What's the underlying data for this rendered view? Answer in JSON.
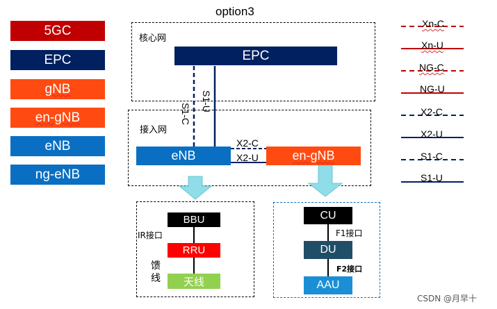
{
  "title": "option3",
  "legend": [
    {
      "label": "5GC",
      "color": "#c00000"
    },
    {
      "label": "EPC",
      "color": "#002060"
    },
    {
      "label": "gNB",
      "color": "#ff4b12"
    },
    {
      "label": "en-gNB",
      "color": "#ff4b12"
    },
    {
      "label": "eNB",
      "color": "#0a6fc2"
    },
    {
      "label": "ng-eNB",
      "color": "#0a6fc2"
    }
  ],
  "line_legend": [
    {
      "label": "Xn-C",
      "color": "#c00000",
      "style": "dashed"
    },
    {
      "label": "Xn-U",
      "color": "#c00000",
      "style": "solid"
    },
    {
      "label": "NG-C",
      "color": "#c00000",
      "style": "dashed"
    },
    {
      "label": "NG-U",
      "color": "#c00000",
      "style": "solid"
    },
    {
      "label": "X2-C",
      "color": "#002060",
      "style": "dashed"
    },
    {
      "label": "X2-U",
      "color": "#002060",
      "style": "solid"
    },
    {
      "label": "S1-C",
      "color": "#002060",
      "style": "dashed"
    },
    {
      "label": "S1-U",
      "color": "#002060",
      "style": "solid"
    }
  ],
  "core": {
    "label": "核心网",
    "epc": "EPC"
  },
  "access": {
    "label": "接入网",
    "enb": "eNB",
    "engnb": "en-gNB",
    "s1c": "S1-C",
    "s1u": "S1-U",
    "x2c": "X2-C",
    "x2u": "X2-U"
  },
  "left_split": {
    "bbu": "BBU",
    "rru": "RRU",
    "antenna": "天线",
    "ir": "IR接口",
    "feeder_1": "馈",
    "feeder_2": "线"
  },
  "right_split": {
    "cu": "CU",
    "du": "DU",
    "aau": "AAU",
    "f1": "F1接口",
    "f2": "F2接口"
  },
  "watermark": "CSDN @月早十",
  "colors": {
    "epc": "#002060",
    "enb": "#0a6fc2",
    "engnb": "#ff4b12",
    "bbu": "#000000",
    "rru": "#ff0000",
    "antenna": "#92d050",
    "cu": "#000000",
    "du": "#1f4e66",
    "aau": "#1a8fd6",
    "arrow": "#8fdde8"
  }
}
